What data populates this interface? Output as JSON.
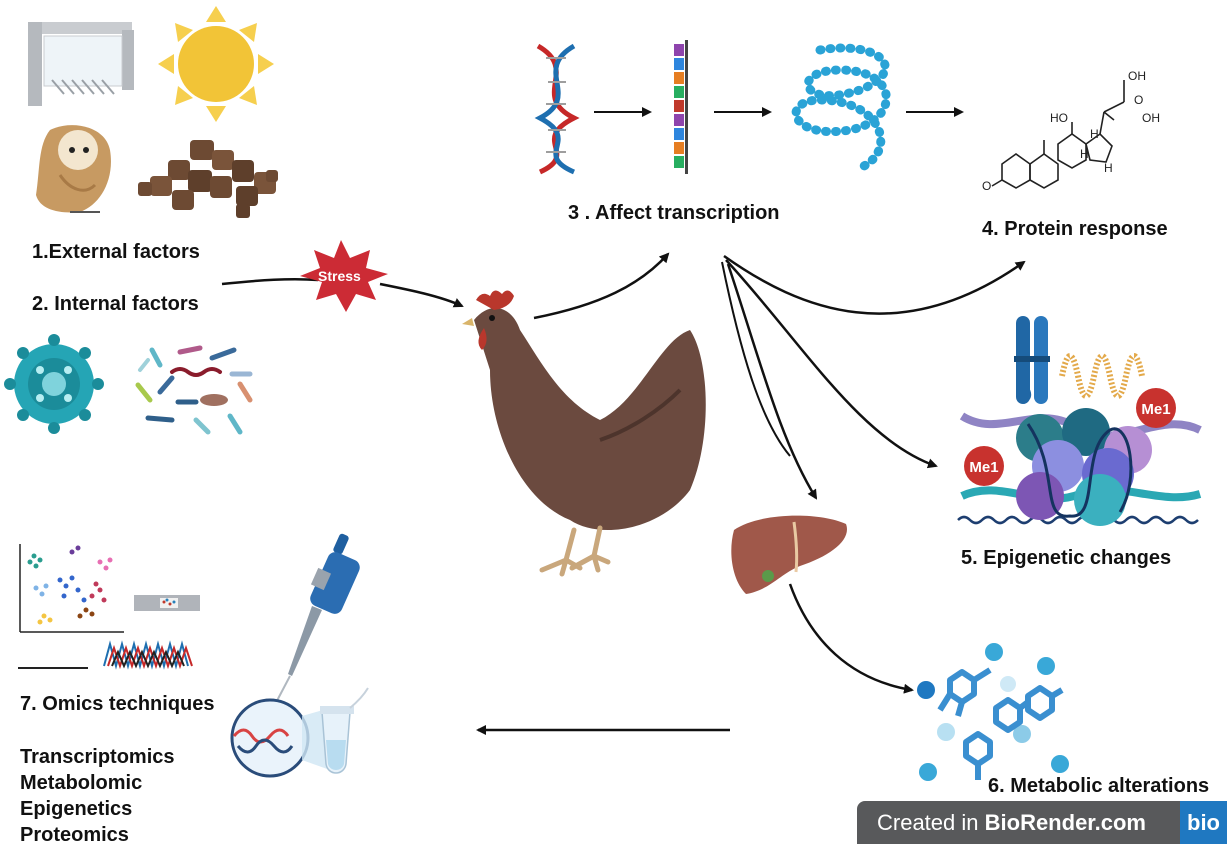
{
  "labels": {
    "external": "1.External factors",
    "internal": "2. Internal factors",
    "stress": "Stress",
    "transcription": "3 . Affect transcription",
    "protein": "4. Protein response",
    "epigenetic": "5. Epigenetic changes",
    "metabolic": "6. Metabolic alterations",
    "omics": "7. Omics techniques",
    "me1_left": "Me1",
    "me1_right": "Me1"
  },
  "omics_list": [
    "Transcriptomics",
    "Metabolomic",
    "Epigenetics",
    "Proteomics"
  ],
  "molecule_labels": {
    "oh_top": "OH",
    "ho_left": "HO",
    "oh_right": "OH",
    "o_ketone": "O",
    "o_ring": "O",
    "h1": "H",
    "h2": "H",
    "h3": "H"
  },
  "badge": {
    "prefix": "Created in ",
    "brand": "BioRender.com",
    "logo": "bio"
  },
  "colors": {
    "stress_star": "#cc2b35",
    "dna_red": "#c62828",
    "dna_blue": "#1e6fb0",
    "protein_beads": "#2aa3d6",
    "hen_body": "#6b4a3f",
    "liver": "#a0584a",
    "badge_bg": "#58595b",
    "badge_logo": "#1f78c1"
  }
}
